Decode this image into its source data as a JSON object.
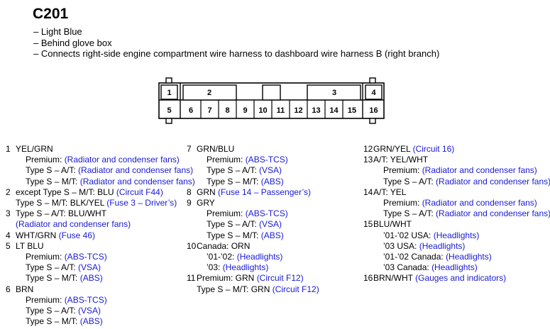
{
  "title": "C201",
  "bullets": [
    "– Light Blue",
    "– Behind glove box",
    "– Connects right-side engine compartment wire harness to dashboard wire harness B (right branch)"
  ],
  "connector": {
    "top_row": [
      "1",
      "2",
      "3",
      "4"
    ],
    "bottom_row": [
      "5",
      "6",
      "7",
      "8",
      "9",
      "10",
      "11",
      "12",
      "13",
      "14",
      "15",
      "16"
    ]
  },
  "pins": {
    "p1": {
      "num": "1",
      "lines": [
        {
          "text": "YEL/GRN",
          "link": ""
        },
        {
          "text": "Premium: ",
          "link": "(Radiator and condenser fans)"
        },
        {
          "text": "Type S – A/T: ",
          "link": "(Radiator and condenser fans)"
        },
        {
          "text": "Type S – M/T: ",
          "link": "(Radiator and condenser fans)"
        }
      ]
    },
    "p2": {
      "num": "2",
      "lines": [
        {
          "text": "except Type S – M/T: BLU ",
          "link": "(Circuit F44)"
        },
        {
          "text": "Type S – M/T: BLK/YEL ",
          "link": "(Fuse 3 – Driver’s)"
        }
      ]
    },
    "p3": {
      "num": "3",
      "lines": [
        {
          "text": "Type S – A/T: BLU/WHT",
          "link": ""
        },
        {
          "text": "",
          "link": "(Radiator and condenser fans)"
        }
      ]
    },
    "p4": {
      "num": "4",
      "lines": [
        {
          "text": "WHT/GRN ",
          "link": "(Fuse 46)"
        }
      ]
    },
    "p5": {
      "num": "5",
      "lines": [
        {
          "text": "LT BLU",
          "link": ""
        },
        {
          "text": "Premium: ",
          "link": "(ABS-TCS)"
        },
        {
          "text": "Type S – A/T: ",
          "link": "(VSA)"
        },
        {
          "text": "Type S – M/T: ",
          "link": "(ABS)"
        }
      ]
    },
    "p6": {
      "num": "6",
      "lines": [
        {
          "text": "BRN",
          "link": ""
        },
        {
          "text": "Premium: ",
          "link": "(ABS-TCS)"
        },
        {
          "text": "Type S – A/T: ",
          "link": "(VSA)"
        },
        {
          "text": "Type S – M/T: ",
          "link": "(ABS)"
        }
      ]
    },
    "p7": {
      "num": "7",
      "lines": [
        {
          "text": "GRN/BLU",
          "link": ""
        },
        {
          "text": "Premium: ",
          "link": "(ABS-TCS)"
        },
        {
          "text": "Type S – A/T: ",
          "link": "(VSA)"
        },
        {
          "text": "Type S – M/T: ",
          "link": "(ABS)"
        }
      ]
    },
    "p8": {
      "num": "8",
      "lines": [
        {
          "text": "GRN ",
          "link": "(Fuse 14 – Passenger’s)"
        }
      ]
    },
    "p9": {
      "num": "9",
      "lines": [
        {
          "text": "GRY",
          "link": ""
        },
        {
          "text": "Premium: ",
          "link": "(ABS-TCS)"
        },
        {
          "text": "Type S – A/T: ",
          "link": "(VSA)"
        },
        {
          "text": "Type S – M/T: ",
          "link": "(ABS)"
        }
      ]
    },
    "p10": {
      "num": "10",
      "lines": [
        {
          "text": "Canada: ORN",
          "link": ""
        },
        {
          "text": "’01-’02: ",
          "link": "(Headlights)"
        },
        {
          "text": "’03: ",
          "link": "(Headlights)"
        }
      ]
    },
    "p11": {
      "num": "11",
      "lines": [
        {
          "text": "Premium: GRN ",
          "link": "(Circuit F12)"
        },
        {
          "text": "Type S – M/T: GRN ",
          "link": "(Circuit F12)"
        }
      ]
    },
    "p12": {
      "num": "12",
      "lines": [
        {
          "text": "GRN/YEL ",
          "link": "(Circuit 16)"
        }
      ]
    },
    "p13": {
      "num": "13",
      "lines": [
        {
          "text": "A/T: YEL/WHT",
          "link": ""
        },
        {
          "text": "Premium: ",
          "link": "(Radiator and condenser fans)"
        },
        {
          "text": "Type S – A/T: ",
          "link": "(Radiator and condenser fans)"
        }
      ]
    },
    "p14": {
      "num": "14",
      "lines": [
        {
          "text": "A/T: YEL",
          "link": ""
        },
        {
          "text": "Premium: ",
          "link": "(Radiator and condenser fans)"
        },
        {
          "text": "Type S – A/T: ",
          "link": "(Radiator and condenser fans)"
        }
      ]
    },
    "p15": {
      "num": "15",
      "lines": [
        {
          "text": "BLU/WHT",
          "link": ""
        },
        {
          "text": "’01-’02 USA: ",
          "link": "(Headlights)"
        },
        {
          "text": "’03 USA: ",
          "link": "(Headlights)"
        },
        {
          "text": "’01-’02 Canada: ",
          "link": "(Headlights)"
        },
        {
          "text": "’03 Canada: ",
          "link": "(Headlights)"
        }
      ]
    },
    "p16": {
      "num": "16",
      "lines": [
        {
          "text": "BRN/WHT ",
          "link": "(Gauges and indicators)"
        }
      ]
    }
  },
  "link_color": "#1a1ad6"
}
